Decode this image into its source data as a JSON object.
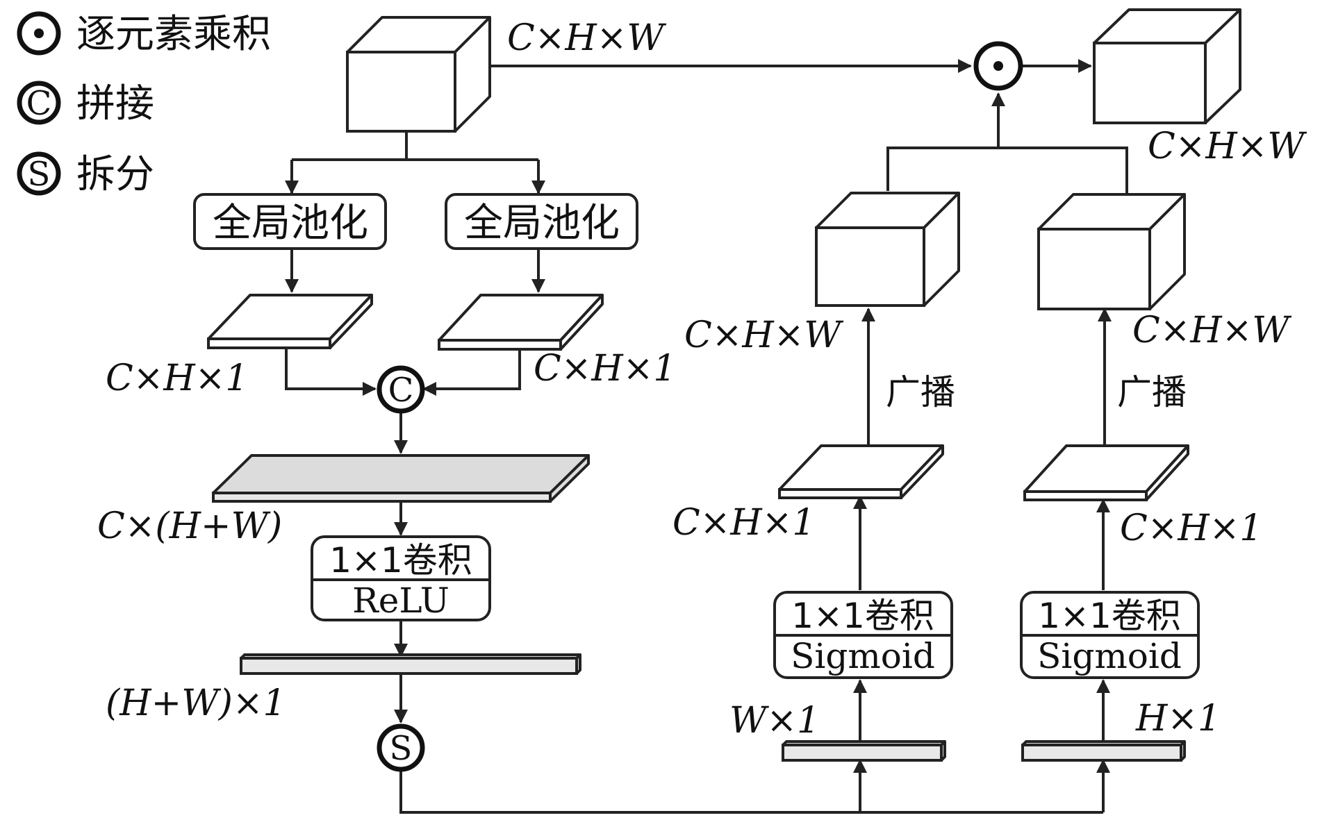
{
  "legend": {
    "items": [
      {
        "symbol": "⊙",
        "label": "逐元素乘积"
      },
      {
        "symbol": "C",
        "label": "拼接"
      },
      {
        "symbol": "S",
        "label": "拆分"
      }
    ]
  },
  "operators": {
    "concat": "C",
    "split": "S"
  },
  "blocks": {
    "pool_left": "全局池化",
    "pool_right": "全局池化",
    "conv_relu_top": "1×1卷积",
    "conv_relu_bottom": "ReLU",
    "conv_sig_w_top": "1×1卷积",
    "conv_sig_w_bottom": "Sigmoid",
    "conv_sig_h_top": "1×1卷积",
    "conv_sig_h_bottom": "Sigmoid"
  },
  "labels": {
    "input": "C×H×W",
    "output": "C×H×W",
    "pool_left_out": "C×H×1",
    "pool_right_out": "C×H×1",
    "concat_out": "C×(H+W)",
    "relu_out": "(H+W)×1",
    "split_w": "W×1",
    "split_h": "H×1",
    "sig_w_out": "C×H×1",
    "sig_h_out": "C×H×1",
    "bcast_w_out": "C×H×W",
    "bcast_h_out": "C×H×W",
    "broadcast_w": "广播",
    "broadcast_h": "广播"
  }
}
